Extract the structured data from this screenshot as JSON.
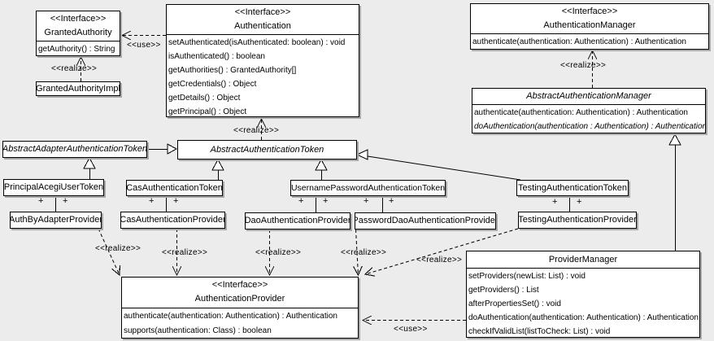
{
  "diagram": {
    "background": "#ececec",
    "node_fill": "#ffffff",
    "node_border": "#000000",
    "node_shadow": "#a8a8a8"
  },
  "labels": {
    "use": "<<use>>",
    "realize": "<<realize>>",
    "plus": "+"
  },
  "classes": {
    "granted_authority": {
      "stereotype": "<<Interface>>",
      "name": "GrantedAuthority",
      "methods": [
        "getAuthority() : String"
      ]
    },
    "granted_authority_impl": {
      "name": "GrantedAuthorityImpl"
    },
    "authentication": {
      "stereotype": "<<Interface>>",
      "name": "Authentication",
      "methods": [
        "setAuthenticated(isAuthenticated: boolean) : void",
        "isAuthenticated() : boolean",
        "getAuthorities() : GrantedAuthority[]",
        "getCredentials() : Object",
        "getDetails() : Object",
        "getPrincipal() : Object"
      ]
    },
    "authentication_manager": {
      "stereotype": "<<Interface>>",
      "name": "AuthenticationManager",
      "methods": [
        "authenticate(authentication: Authentication) : Authentication"
      ]
    },
    "abstract_authentication_manager": {
      "name": "AbstractAuthenticationManager",
      "methods": [
        "authenticate(authentication: Authentication) : Authentication",
        "doAuthentication(authentication : Authentication) : Authentication"
      ]
    },
    "abstract_adapter_authentication_token": {
      "name": "AbstractAdapterAuthenticationToken"
    },
    "abstract_authentication_token": {
      "name": "AbstractAuthenticationToken"
    },
    "principal_acegi_user_token": {
      "name": "PrincipalAcegiUserToken"
    },
    "cas_authentication_token": {
      "name": "CasAuthenticationToken"
    },
    "username_password_authentication_token": {
      "name": "UsernamePasswordAuthenticationToken"
    },
    "testing_authentication_token": {
      "name": "TestingAuthenticationToken"
    },
    "auth_by_adapter_provider": {
      "name": "AuthByAdapterProvider"
    },
    "cas_authentication_provider": {
      "name": "CasAuthenticationProvider"
    },
    "dao_authentication_provider": {
      "name": "DaoAuthenticationProvider"
    },
    "password_dao_authentication_provider": {
      "name": "PasswordDaoAuthenticationProvider"
    },
    "testing_authentication_provider": {
      "name": "TestingAuthenticationProvider"
    },
    "authentication_provider": {
      "stereotype": "<<Interface>>",
      "name": "AuthenticationProvider",
      "methods": [
        "authenticate(authentication: Authentication) : Authentication",
        "supports(authentication: Class) : boolean"
      ]
    },
    "provider_manager": {
      "name": "ProviderManager",
      "methods": [
        "setProviders(newList: List) : void",
        "getProviders() : List",
        "afterPropertiesSet() : void",
        "doAuthentication(authentication: Authentication) : Authentication",
        "checkIfValidList(listToCheck: List) : void"
      ]
    }
  }
}
